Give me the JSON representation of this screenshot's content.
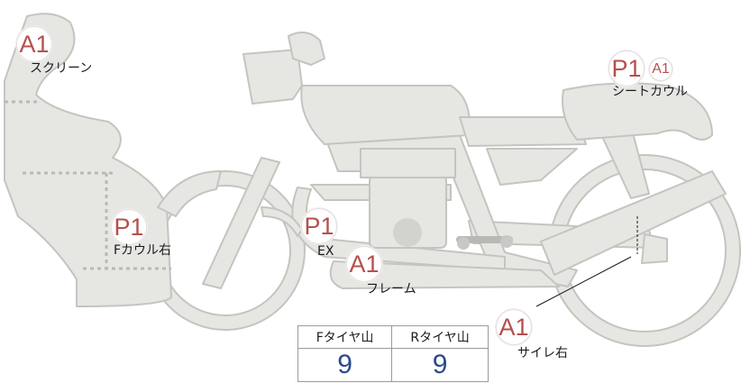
{
  "parts": {
    "screen": {
      "grade": "A1",
      "label": "スクリーン"
    },
    "f_cowl_r": {
      "grade": "P1",
      "label": "Fカウル右"
    },
    "exhaust": {
      "grade": "P1",
      "label": "EX"
    },
    "frame": {
      "grade": "A1",
      "label": "フレーム"
    },
    "seat_cowl": {
      "grade": "P1",
      "grade_secondary": "A1",
      "label": "シートカウル"
    },
    "silencer_r": {
      "grade": "A1",
      "label": "サイレ右"
    }
  },
  "tire_table": {
    "headers": [
      "Fタイヤ山",
      "Rタイヤ山"
    ],
    "values": [
      "9",
      "9"
    ]
  },
  "colors": {
    "body_fill": "#e6e6e3",
    "outline": "#c4c4c0",
    "grade_text": "#b5504e",
    "value_text": "#2a4a8a"
  }
}
